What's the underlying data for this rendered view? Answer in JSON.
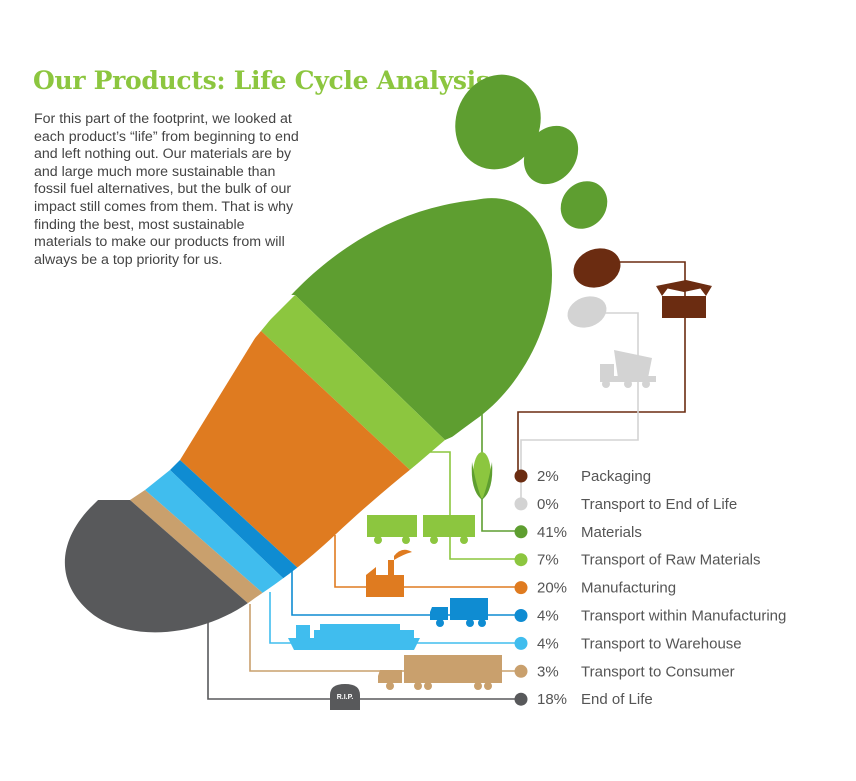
{
  "title": "Our Products: Life Cycle Analysis",
  "intro": "For this part of the footprint, we looked at each product’s “life” from beginning to end and left nothing out. Our materials are by and large much more sustainable than fossil fuel alternatives, but the bulk of our impact still comes from them. That is why finding the best, most sustainable materials to make our products from will always be a top priority for us.",
  "tombstone_text": "R.I.P.",
  "colors": {
    "packaging": "#6b2c11",
    "transport_end_of_life": "#d3d3d3",
    "materials": "#5e9e30",
    "transport_raw": "#8cc63f",
    "manufacturing": "#df7b20",
    "transport_manufacturing": "#0f8cd2",
    "transport_warehouse": "#40bdee",
    "transport_consumer": "#c9a06d",
    "end_of_life": "#58595b"
  },
  "chart_data": {
    "type": "table",
    "items": [
      {
        "pct": "2%",
        "label": "Packaging",
        "value": 2,
        "color": "#6b2c11",
        "icon": "box-icon"
      },
      {
        "pct": "0%",
        "label": "Transport to End of Life",
        "value": 0,
        "color": "#d3d3d3",
        "icon": "dump-truck-icon"
      },
      {
        "pct": "41%",
        "label": "Materials",
        "value": 41,
        "color": "#5e9e30",
        "icon": "corn-icon"
      },
      {
        "pct": "7%",
        "label": "Transport of Raw Materials",
        "value": 7,
        "color": "#8cc63f",
        "icon": "train-icon"
      },
      {
        "pct": "20%",
        "label": "Manufacturing",
        "value": 20,
        "color": "#df7b20",
        "icon": "factory-icon"
      },
      {
        "pct": "4%",
        "label": "Transport within Manufacturing",
        "value": 4,
        "color": "#0f8cd2",
        "icon": "truck-icon"
      },
      {
        "pct": "4%",
        "label": "Transport to Warehouse",
        "value": 4,
        "color": "#40bdee",
        "icon": "cargo-ship-icon"
      },
      {
        "pct": "3%",
        "label": "Transport to Consumer",
        "value": 3,
        "color": "#c9a06d",
        "icon": "semi-truck-icon"
      },
      {
        "pct": "18%",
        "label": "End of Life",
        "value": 18,
        "color": "#58595b",
        "icon": "tombstone-icon"
      }
    ]
  }
}
